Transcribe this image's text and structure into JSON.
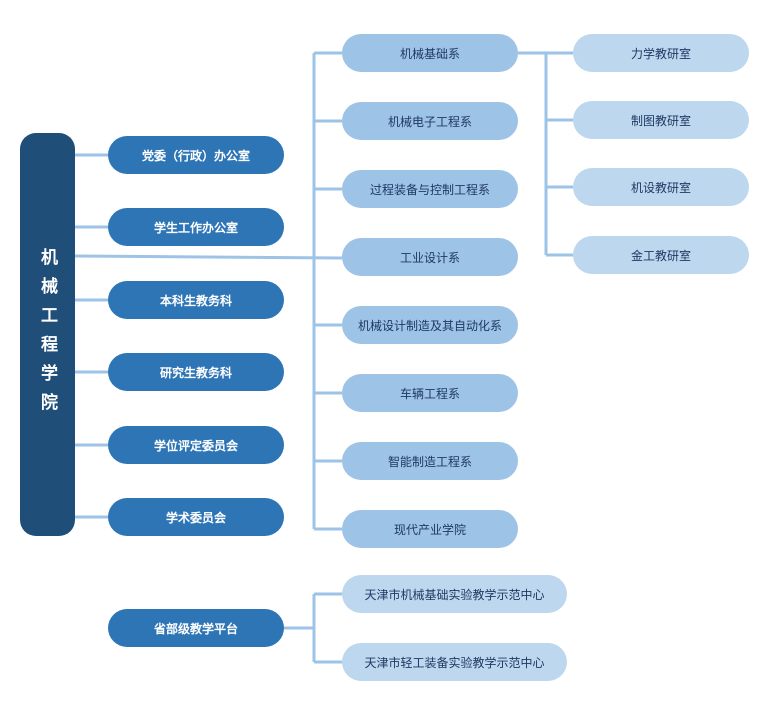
{
  "root": {
    "label": "机械工程学院"
  },
  "admin_units": [
    {
      "label": "党委（行政）办公室"
    },
    {
      "label": "学生工作办公室"
    },
    {
      "label": "本科生教务科"
    },
    {
      "label": "研究生教务科"
    },
    {
      "label": "学位评定委员会"
    },
    {
      "label": "学术委员会"
    }
  ],
  "departments": [
    {
      "label": "机械基础系"
    },
    {
      "label": "机械电子工程系"
    },
    {
      "label": "过程装备与控制工程系"
    },
    {
      "label": "工业设计系"
    },
    {
      "label": "机械设计制造及其自动化系"
    },
    {
      "label": "车辆工程系"
    },
    {
      "label": "智能制造工程系"
    },
    {
      "label": "现代产业学院"
    }
  ],
  "sections": [
    {
      "label": "力学教研室"
    },
    {
      "label": "制图教研室"
    },
    {
      "label": "机设教研室"
    },
    {
      "label": "金工教研室"
    }
  ],
  "platform": {
    "label": "省部级教学平台",
    "centers": [
      {
        "label": "天津市机械基础实验教学示范中心"
      },
      {
        "label": "天津市轻工装备实验教学示范中心"
      }
    ]
  },
  "colors": {
    "root": "#1f4e79",
    "admin": "#2e75b6",
    "dept": "#9dc3e6",
    "section": "#bdd7ee",
    "connector": "#9dc3e6"
  }
}
